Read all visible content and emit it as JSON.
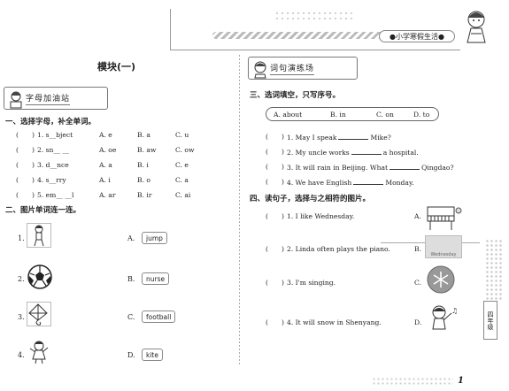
{
  "header": {
    "series_label": "●小学寒假生活●"
  },
  "module_title": "模块(一)",
  "left": {
    "banner": "字母加油站",
    "sec1_title": "一、选择字母，补全单词。",
    "sec1_items": [
      {
        "paren_l": "(",
        "paren_r": ")",
        "q": "1. s__bject",
        "a": "A. e",
        "b": "B. a",
        "c": "C. u"
      },
      {
        "paren_l": "(",
        "paren_r": ")",
        "q": "2. sn__ __",
        "a": "A. oe",
        "b": "B. aw",
        "c": "C. ow"
      },
      {
        "paren_l": "(",
        "paren_r": ")",
        "q": "3. d__nce",
        "a": "A. a",
        "b": "B. i",
        "c": "C. e"
      },
      {
        "paren_l": "(",
        "paren_r": ")",
        "q": "4. s__rry",
        "a": "A. i",
        "b": "B. o",
        "c": "C. a"
      },
      {
        "paren_l": "(",
        "paren_r": ")",
        "q": "5. em__ __l",
        "a": "A. ar",
        "b": "B. ir",
        "c": "C. ai"
      }
    ],
    "sec2_title": "二、图片单词连一连。",
    "pics": [
      {
        "num": "1.",
        "icon": "jumping-girl-icon"
      },
      {
        "num": "2.",
        "icon": "football-icon"
      },
      {
        "num": "3.",
        "icon": "kite-icon"
      },
      {
        "num": "4.",
        "icon": "nurse-girl-icon"
      }
    ],
    "words": [
      {
        "letter": "A.",
        "word": "jump"
      },
      {
        "letter": "B.",
        "word": "nurse"
      },
      {
        "letter": "C.",
        "word": "football"
      },
      {
        "letter": "D.",
        "word": "kite"
      }
    ]
  },
  "right": {
    "banner": "词句演练场",
    "sec3_title": "三、选词填空，只写序号。",
    "options": [
      "A. about",
      "B. in",
      "C. on",
      "D. to"
    ],
    "sec3_items": [
      {
        "paren_l": "(",
        "paren_r": ")",
        "pre": "1. May I speak",
        "post": "Mike?"
      },
      {
        "paren_l": "(",
        "paren_r": ")",
        "pre": "2. My uncle works",
        "post": "a hospital."
      },
      {
        "paren_l": "(",
        "paren_r": ")",
        "pre": "3. It will rain in Beijing.  What",
        "post": "Qingdao?"
      },
      {
        "paren_l": "(",
        "paren_r": ")",
        "pre": "4. We have English",
        "post": "Monday."
      }
    ],
    "sec4_title": "四、读句子，选择与之相符的图片。",
    "sec4_items": [
      {
        "paren_l": "(",
        "paren_r": ")",
        "q": "1. I like Wednesday.",
        "letter": "A."
      },
      {
        "paren_l": "(",
        "paren_r": ")",
        "q": "2. Linda often plays the piano.",
        "letter": "B."
      },
      {
        "paren_l": "(",
        "paren_r": ")",
        "q": "3. I'm singing.",
        "letter": "C."
      },
      {
        "paren_l": "(",
        "paren_r": ")",
        "q": "4. It will snow in Shenyang.",
        "letter": "D."
      }
    ],
    "pic_b_text": "Wednesday"
  },
  "footer": {
    "page_number": "1",
    "grade_tab": "四年级"
  }
}
